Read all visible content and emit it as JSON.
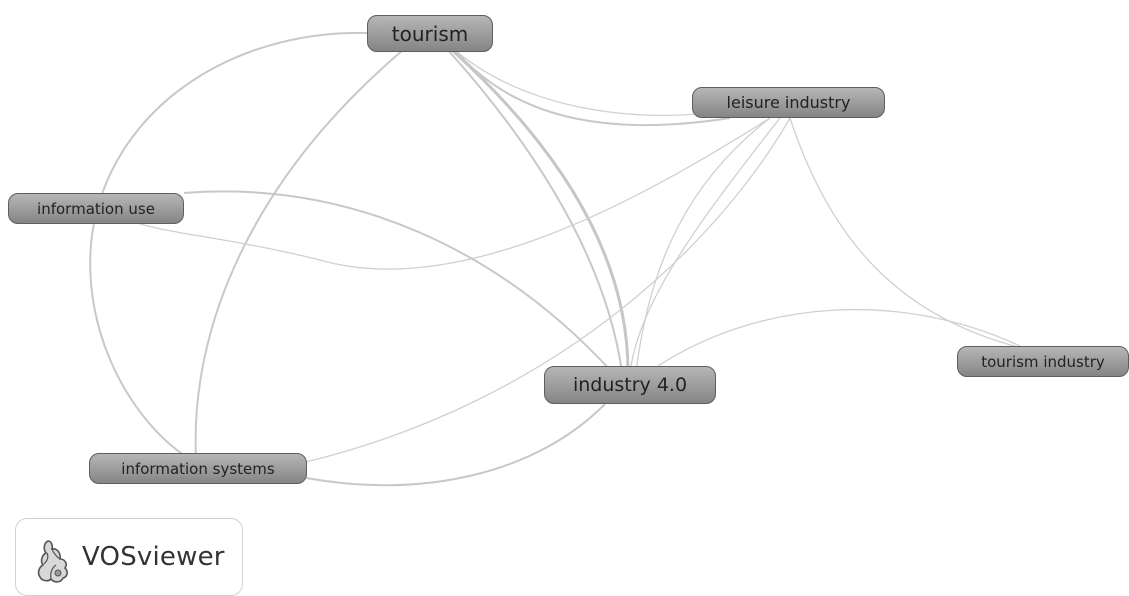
{
  "network": {
    "nodes": [
      {
        "id": "tourism",
        "label": "tourism"
      },
      {
        "id": "leisure",
        "label": "leisure industry"
      },
      {
        "id": "infouse",
        "label": "information use"
      },
      {
        "id": "industry",
        "label": "industry 4.0"
      },
      {
        "id": "tourind",
        "label": "tourism industry"
      },
      {
        "id": "infosys",
        "label": "information systems"
      }
    ],
    "links": [
      {
        "from": "tourism",
        "to": "industry"
      },
      {
        "from": "tourism",
        "to": "leisure"
      },
      {
        "from": "tourism",
        "to": "infosys"
      },
      {
        "from": "tourism",
        "to": "infouse"
      },
      {
        "from": "leisure",
        "to": "infouse"
      },
      {
        "from": "leisure",
        "to": "industry"
      },
      {
        "from": "leisure",
        "to": "infosys"
      },
      {
        "from": "leisure",
        "to": "tourind"
      },
      {
        "from": "infouse",
        "to": "industry"
      },
      {
        "from": "infouse",
        "to": "infosys"
      },
      {
        "from": "industry",
        "to": "infosys"
      },
      {
        "from": "industry",
        "to": "tourind"
      }
    ],
    "edge_color": "#c8c8c8",
    "node_fill_top": "#b6b6b6",
    "node_fill_bottom": "#858585",
    "node_border": "#5e5e5e"
  },
  "logo": {
    "text": "VOSviewer",
    "icon": "vosviewer-logo-icon"
  }
}
